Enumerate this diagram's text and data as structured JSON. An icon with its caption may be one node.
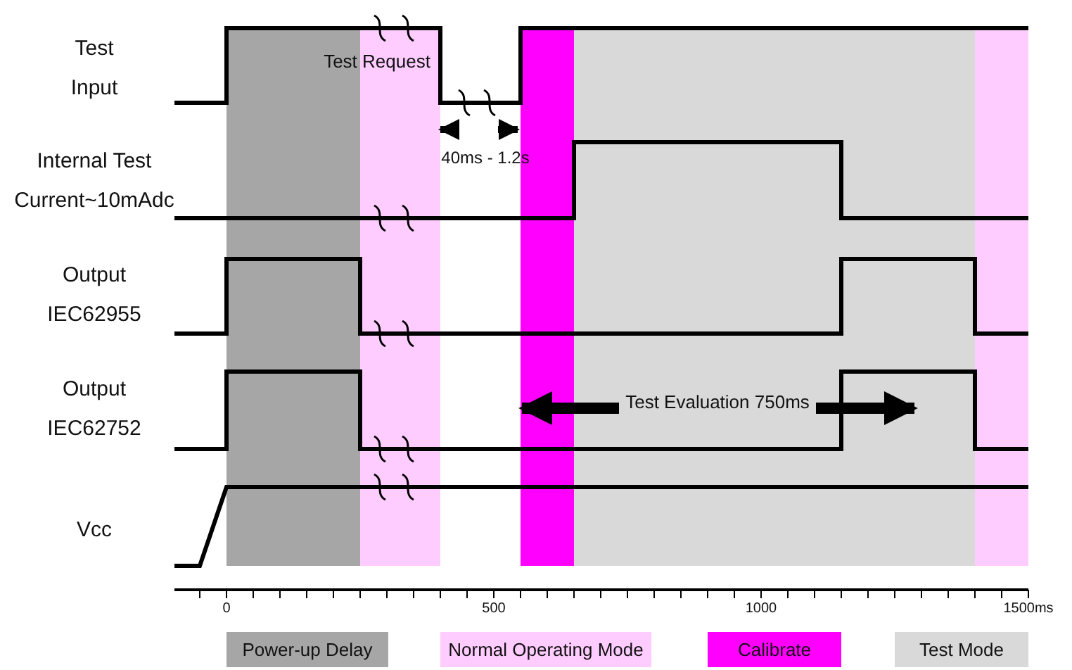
{
  "diagram": {
    "labels": [
      "Test Input",
      "Test Request",
      "40ms - 1.2s",
      "Internal Test Current~10mAdc",
      "Output IEC62955",
      "Output IEC62752",
      "Test Evaluation 750ms",
      "Vcc",
      "0",
      "500",
      "1000",
      "1500ms"
    ],
    "legend": [
      {
        "text": "Power-up Delay",
        "color": "#a6a6a6"
      },
      {
        "text": "Normal Operating Mode",
        "color": "#ffccff"
      },
      {
        "text": "Calibrate",
        "color": "#ff00ff"
      },
      {
        "text": "Test Mode",
        "color": "#d9d9d9"
      }
    ]
  }
}
